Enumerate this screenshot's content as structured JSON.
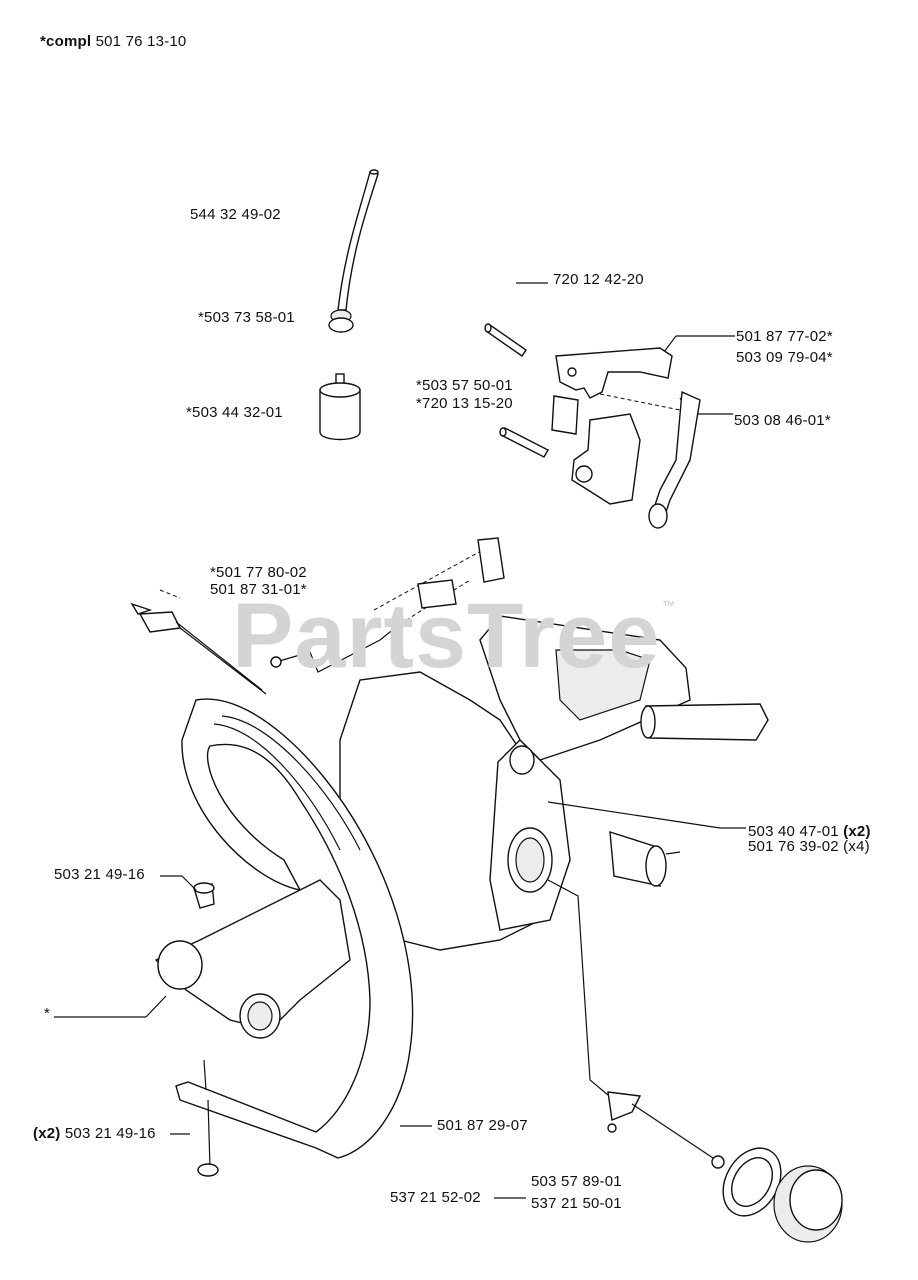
{
  "header": {
    "prefix": "*compl",
    "number": "501 76 13-10"
  },
  "watermark": {
    "text": "PartsTree",
    "mark": "™"
  },
  "labels": {
    "fuel_hose": "544 32 49-02",
    "grommet": "*503 73 58-01",
    "filter": "*503 44 32-01",
    "pin_top": "720 12 42-20",
    "spring_a": "*503 57 50-01",
    "spring_b": "*720 13 15-20",
    "trigger_a": "501 87 77-02*",
    "trigger_b": "503 09 79-04*",
    "lockout": "503 08 46-01*",
    "rod_a": "*501 77 80-02",
    "rod_b": "501 87 31-01*",
    "av_pair": "503 40 47-01",
    "av_pair_qty": "(x2)",
    "damper": "501 76 39-02 (x4)",
    "screw_left": "503 21 49-16",
    "asterisk": "*",
    "screw_bottom_qty": "(x2)",
    "screw_bottom": "503 21 49-16",
    "handle": "501 87 29-07",
    "cap_a": "503 57 89-01",
    "cap_b": "537 21 50-01",
    "cap_c": "537 21 52-02"
  }
}
